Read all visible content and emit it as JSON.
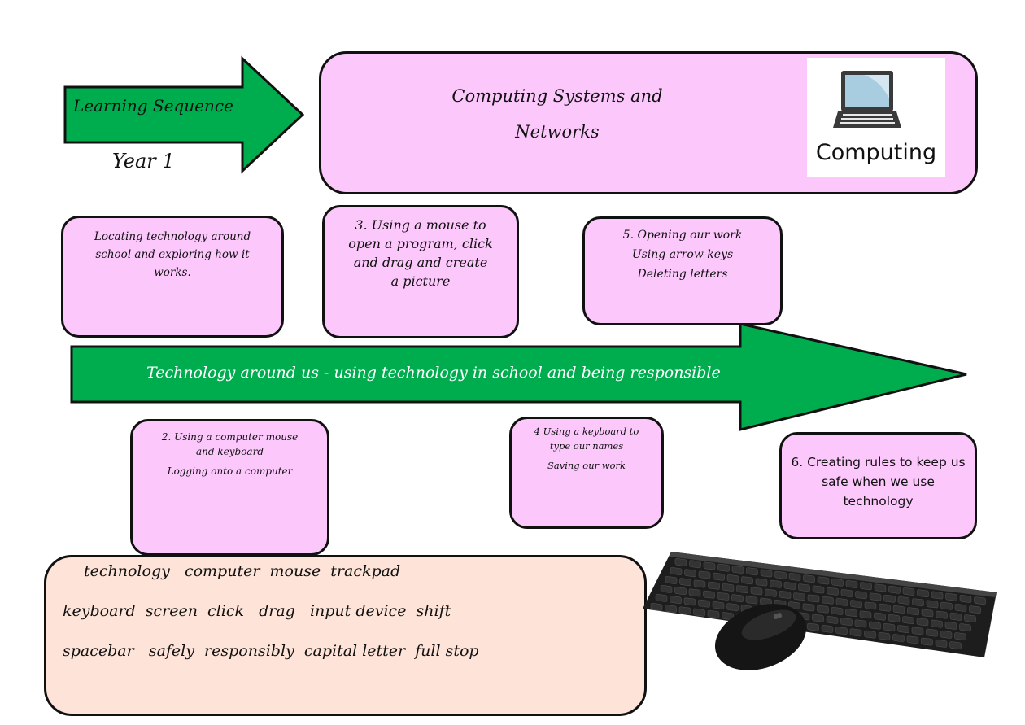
{
  "colors": {
    "arrow_green": "#00ad4e",
    "card_pink": "#fcc8fc",
    "vocab_peach": "#fde3d8",
    "outline": "#111111"
  },
  "header": {
    "arrow_label": "Learning Sequence",
    "year_label": "Year 1",
    "title_line1": "Computing Systems and",
    "title_line2": "Networks",
    "logo_icon": "laptop-icon",
    "logo_label": "Computing"
  },
  "timeline": {
    "label": "Technology around us - using technology in school and being responsible"
  },
  "steps": [
    {
      "lines": [
        "Locating technology around",
        "school and exploring how it",
        "works."
      ]
    },
    {
      "lines": [
        "2. Using a computer mouse",
        "and keyboard",
        "Logging onto a computer"
      ]
    },
    {
      "lines": [
        "3. Using a mouse to",
        "open a program, click",
        "and drag and create",
        "a picture"
      ]
    },
    {
      "lines": [
        "4 Using a keyboard to",
        "type our names",
        "Saving our work"
      ]
    },
    {
      "lines": [
        "5. Opening our work",
        "Using arrow keys",
        "Deleting letters"
      ]
    },
    {
      "lines": [
        "6. Creating rules to keep us",
        "safe when we use technology"
      ]
    }
  ],
  "vocabulary": {
    "rows": [
      [
        "technology",
        "computer",
        "mouse",
        "trackpad"
      ],
      [
        "keyboard",
        "screen",
        "click",
        "drag",
        "input device",
        "shift"
      ],
      [
        "spacebar",
        "safely",
        "responsibly",
        "capital letter",
        "full stop"
      ]
    ],
    "row_text": [
      "technology   computer  mouse  trackpad",
      "keyboard  screen  click   drag   input device  shift",
      "spacebar   safely  responsibly  capital letter  full stop"
    ]
  },
  "image": {
    "icon": "keyboard-and-mouse-icon"
  }
}
